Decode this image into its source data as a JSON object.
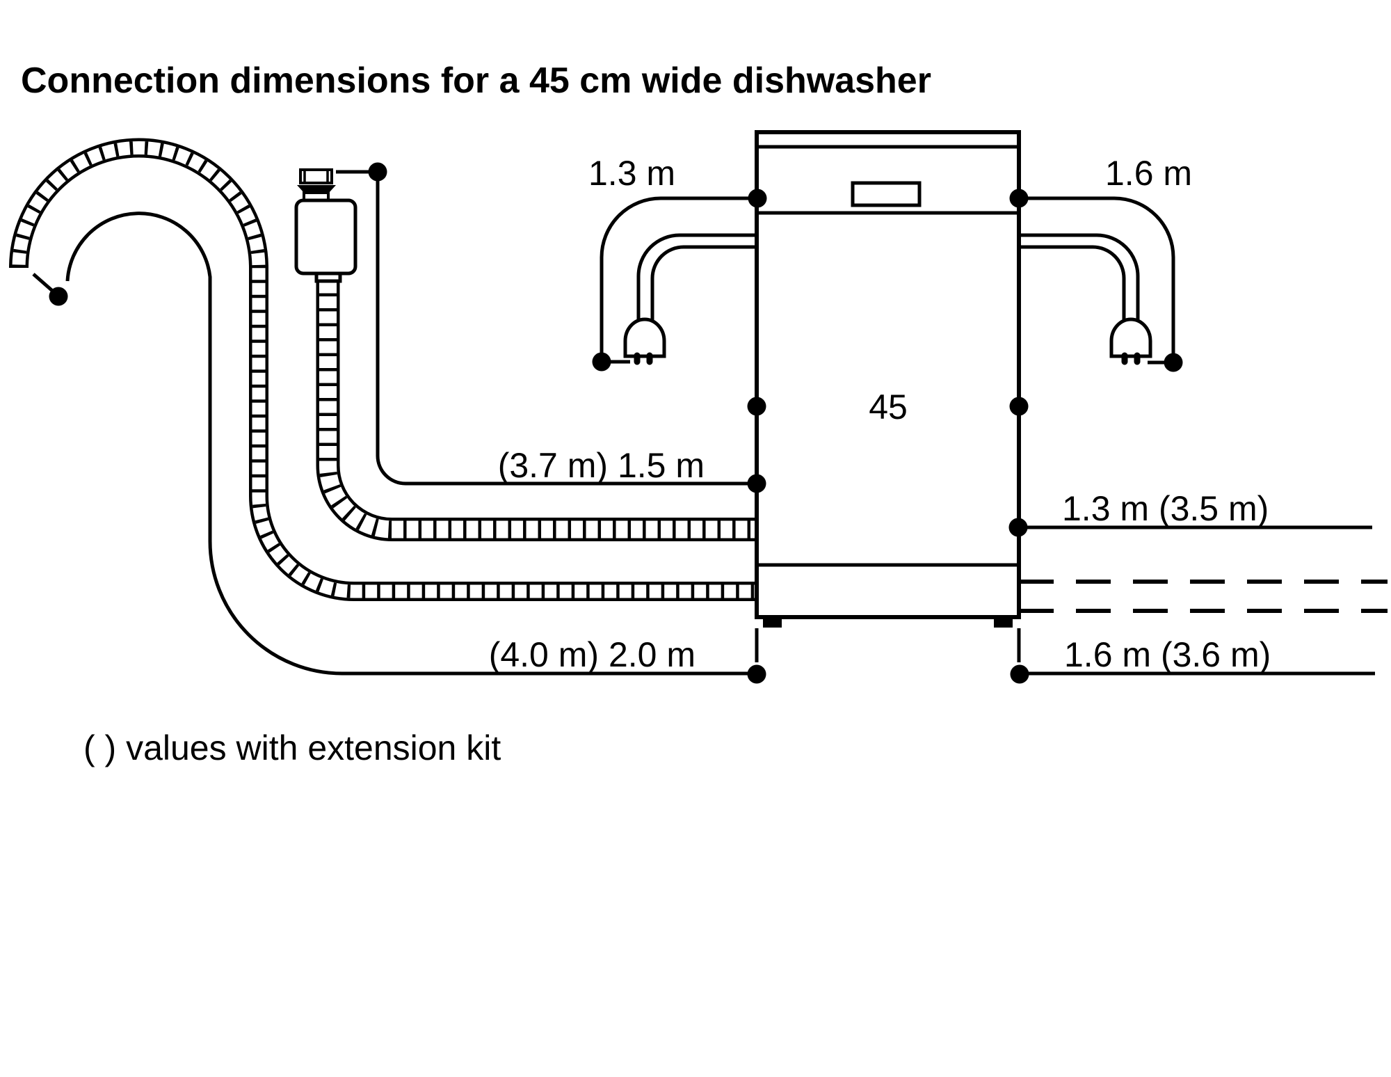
{
  "title": "Connection dimensions for a 45 cm wide dishwasher",
  "note": "( ) values with extension kit",
  "dimensions": {
    "power_cord_left": "1.3 m",
    "power_cord_right": "1.6 m",
    "supply_hose_left": "(3.7 m) 1.5 m",
    "drain_hose_left": "(4.0 m) 2.0 m",
    "supply_hose_right": "1.3 m (3.5 m)",
    "drain_hose_right": "1.6 m (3.6 m)",
    "appliance_width_cm": "45"
  },
  "colors": {
    "line": "#000000",
    "background": "#ffffff"
  }
}
